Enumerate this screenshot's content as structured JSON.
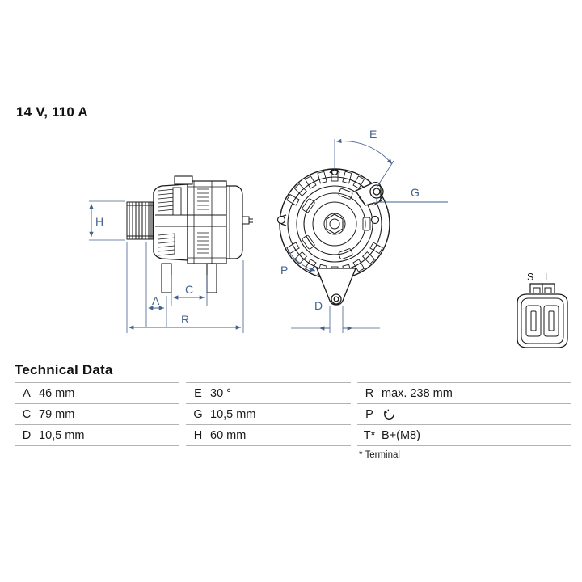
{
  "product": {
    "spec_title": "14 V, 110 A",
    "voltage": "14 V",
    "current": "110 A"
  },
  "drawings": {
    "side_view": {
      "name": "alternator-side-view",
      "dimension_labels": [
        "H",
        "A",
        "C",
        "R"
      ]
    },
    "front_view": {
      "name": "alternator-front-view",
      "dimension_labels": [
        "E",
        "G",
        "P",
        "D"
      ]
    },
    "connector": {
      "name": "plug-connector",
      "terminals": [
        "S",
        "L"
      ]
    },
    "annotation_color": "#45628f",
    "line_color": "#1a1a1a"
  },
  "technical_data": {
    "heading": "Technical Data",
    "footnote": "* Terminal",
    "rows": [
      {
        "c1_key": "A",
        "c1_val": "46 mm",
        "c2_key": "E",
        "c2_val": "30 °",
        "c3_key": "R",
        "c3_val": "max. 238 mm"
      },
      {
        "c1_key": "C",
        "c1_val": "79 mm",
        "c2_key": "G",
        "c2_val": "10,5 mm",
        "c3_key": "P",
        "c3_val": "",
        "c3_icon": "rotation-counterclockwise-icon"
      },
      {
        "c1_key": "D",
        "c1_val": "10,5 mm",
        "c2_key": "H",
        "c2_val": "60 mm",
        "c3_key": "T*",
        "c3_val": "B+(M8)"
      }
    ]
  },
  "colors": {
    "table_value_bg": "#d9d9d9",
    "table_rule": "#b3b3b3",
    "text": "#1a1a1a",
    "blue": "#45628f"
  }
}
